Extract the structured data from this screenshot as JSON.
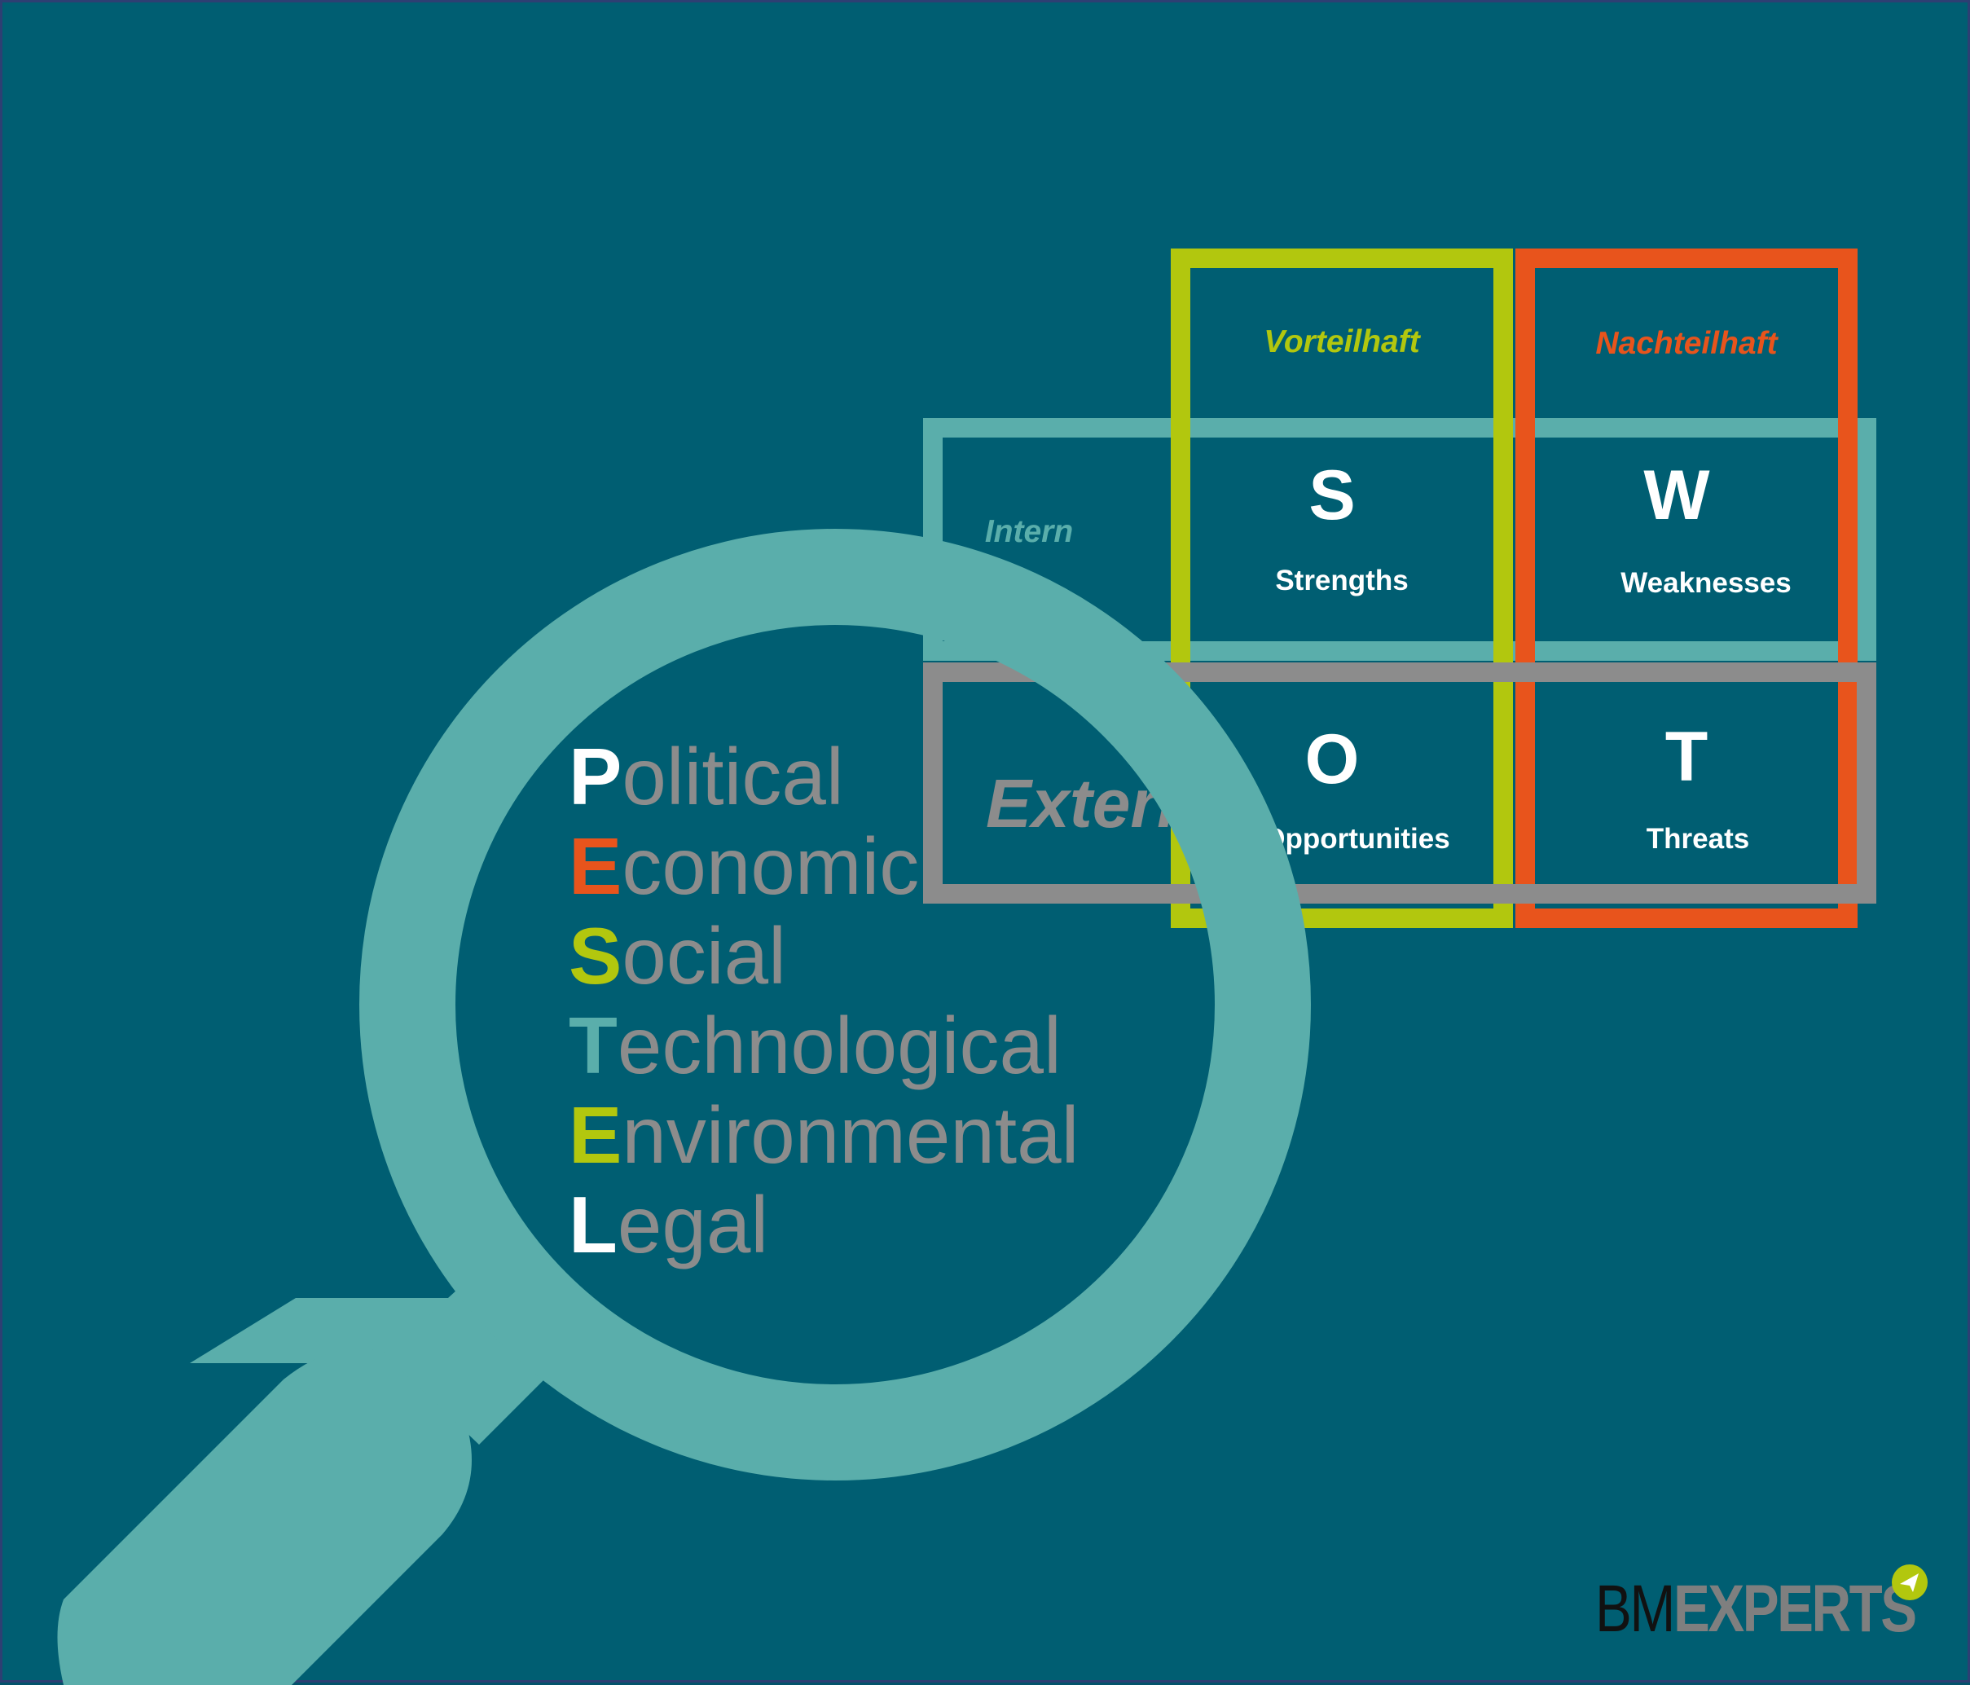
{
  "swot": {
    "columns": {
      "advantageous": "Vorteilhaft",
      "disadvantageous": "Nachteilhaft"
    },
    "rows": {
      "internal": "Intern",
      "external": "Extern"
    },
    "cells": [
      {
        "letter": "S",
        "word": "Strengths"
      },
      {
        "letter": "W",
        "word": "Weaknesses"
      },
      {
        "letter": "O",
        "word": "Opportunities"
      },
      {
        "letter": "T",
        "word": "Threats"
      }
    ]
  },
  "pestel": [
    {
      "initial": "P",
      "rest": "olitical",
      "initial_color": "#ffffff"
    },
    {
      "initial": "E",
      "rest": "conomic",
      "initial_color": "#e8541c"
    },
    {
      "initial": "S",
      "rest": "ocial",
      "initial_color": "#b2c70e"
    },
    {
      "initial": "T",
      "rest": "echnological",
      "initial_color": "#5aaeab"
    },
    {
      "initial": "E",
      "rest": "nvironmental",
      "initial_color": "#b2c70e"
    },
    {
      "initial": "L",
      "rest": "egal",
      "initial_color": "#ffffff"
    }
  ],
  "logo": {
    "part1": "BM",
    "part2": "EXPERTS"
  },
  "colors": {
    "background": "#005e72",
    "green": "#b2c70e",
    "orange": "#e8541c",
    "teal": "#5aaeab",
    "gray": "#8c8c8c"
  }
}
